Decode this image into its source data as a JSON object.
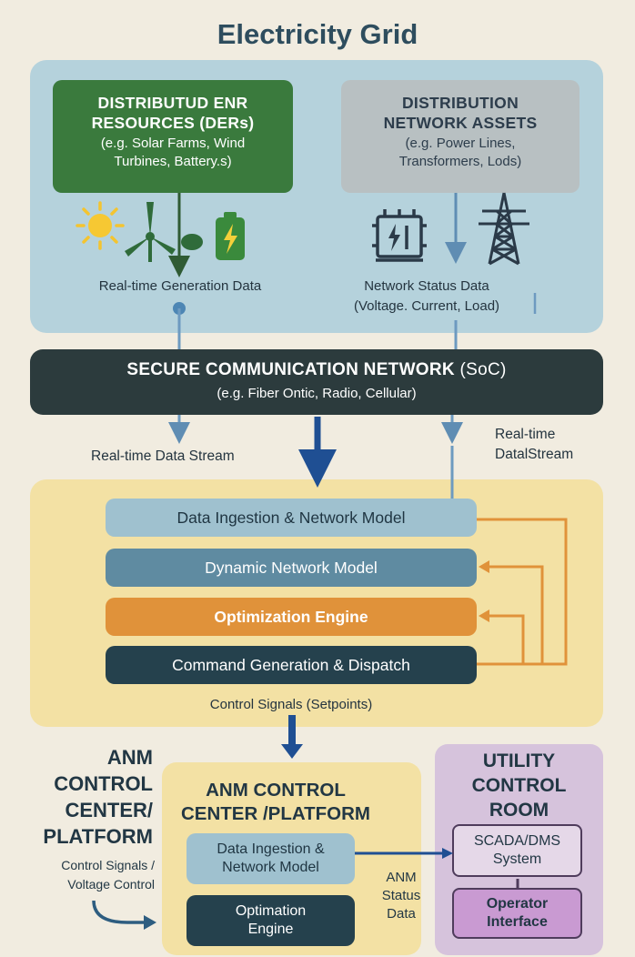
{
  "title": "Electricity Grid",
  "der": {
    "title_line1": "DISTRIBUTUD ENR",
    "title_line2": "RESOURCES (DERs)",
    "sub_line1": "(e.g. Solar Farms, Wind",
    "sub_line2": "Turbines, Battery.s)",
    "data_label": "Real-time Generation Data",
    "icons": [
      "sun-icon",
      "wind-turbine-icon",
      "battery-icon"
    ]
  },
  "assets": {
    "title_line1": "DISTRIBUTION",
    "title_line2": "NETWORK ASSETS",
    "sub_line1": "(e.g. Power Lines,",
    "sub_line2": "Transformers, Lods)",
    "data_label_line1": "Network Status Data",
    "data_label_line2": "(Voltage. Current, Load)",
    "icons": [
      "transformer-icon",
      "transmission-tower-icon"
    ]
  },
  "comm": {
    "title": "SECURE COMMUNICATION NETWORK",
    "title_suffix": "(SoC)",
    "sub": "(e.g. Fiber Ontic, Radio, Cellular)",
    "stream_left": "Real-time Data Stream",
    "stream_right_line1": "Real-time",
    "stream_right_line2": "DatalStream"
  },
  "pipeline": {
    "stages": [
      "Data Ingestion & Network Model",
      "Dynamic Network Model",
      "Optimization Engine",
      "Command Generation & Dispatch"
    ],
    "output_label": "Control Signals (Setpoints)"
  },
  "anm_left": {
    "title_lines": [
      "ANM",
      "CONTROL",
      "CENTER/",
      "PLATFORM"
    ],
    "sub_line1": "Control Signals /",
    "sub_line2": "Voltage Control"
  },
  "anm_panel": {
    "title_line1": "ANM CONTROL",
    "title_line2": "CENTER /PLATFORM",
    "ingest_line1": "Data Ingestion &",
    "ingest_line2": "Network Model",
    "engine_line1": "Optimation",
    "engine_line2": "Engine",
    "status_lines": [
      "ANM",
      "Status",
      "Data"
    ]
  },
  "utility": {
    "title_lines": [
      "UTILITY",
      "CONTROL",
      "ROOM"
    ],
    "scada_line1": "SCADA/DMS",
    "scada_line2": "System",
    "operator_line1": "Operator",
    "operator_line2": "Interface"
  },
  "colors": {
    "background": "#f1ece0",
    "top_panel": "#b5d2dc",
    "der_green": "#3a7a3d",
    "assets_gray": "#b8c0c2",
    "comm_dark": "#2c3b3d",
    "yellow_panel": "#f3e1a4",
    "optim_orange": "#e0923a",
    "arrow_blue": "#1f4f93",
    "feedback_orange": "#e0923a",
    "utility_purple": "#d6c3dc"
  }
}
